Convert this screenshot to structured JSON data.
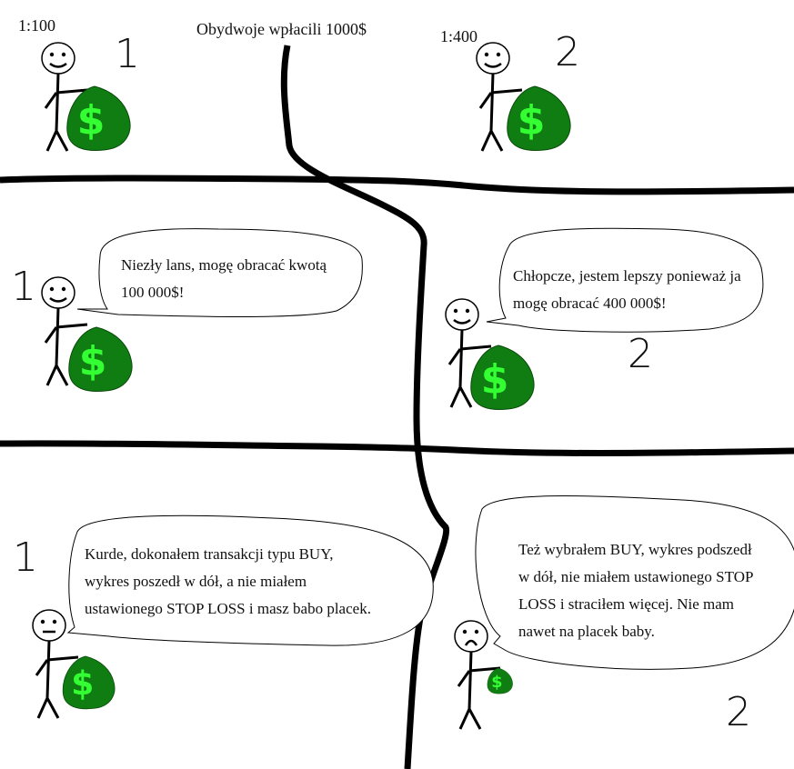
{
  "header": {
    "title": "Obydwoje wpłacili 1000$",
    "left_ratio": "1:100",
    "right_ratio": "1:400"
  },
  "panels": {
    "top_left": {
      "number": "1"
    },
    "top_right": {
      "number": "2"
    },
    "mid_left": {
      "number": "1",
      "speech": "Niezły lans, mogę obracać kwotą\n100 000$!"
    },
    "mid_right": {
      "number": "2",
      "speech": "Chłopcze, jestem lepszy ponieważ ja\nmogę obracać 400 000$!"
    },
    "bot_left": {
      "number": "1",
      "speech": "Kurde, dokonałem transakcji typu BUY,\nwykres poszedł w dół, a nie miałem\nustawionego STOP LOSS i masz babo placek."
    },
    "bot_right": {
      "number": "2",
      "speech": "Też wybrałem BUY, wykres podszedł\nw dół, nie miałem ustawionego STOP\nLOSS i straciłem więcej. Nie mam\nnawet na placek baby."
    }
  },
  "icons": {
    "money_bag": "money-bag-icon",
    "stick_figure": "stick-figure"
  },
  "colors": {
    "bag_fill": "#0f7d12",
    "dollar": "#33ff33",
    "ink": "#000000"
  }
}
